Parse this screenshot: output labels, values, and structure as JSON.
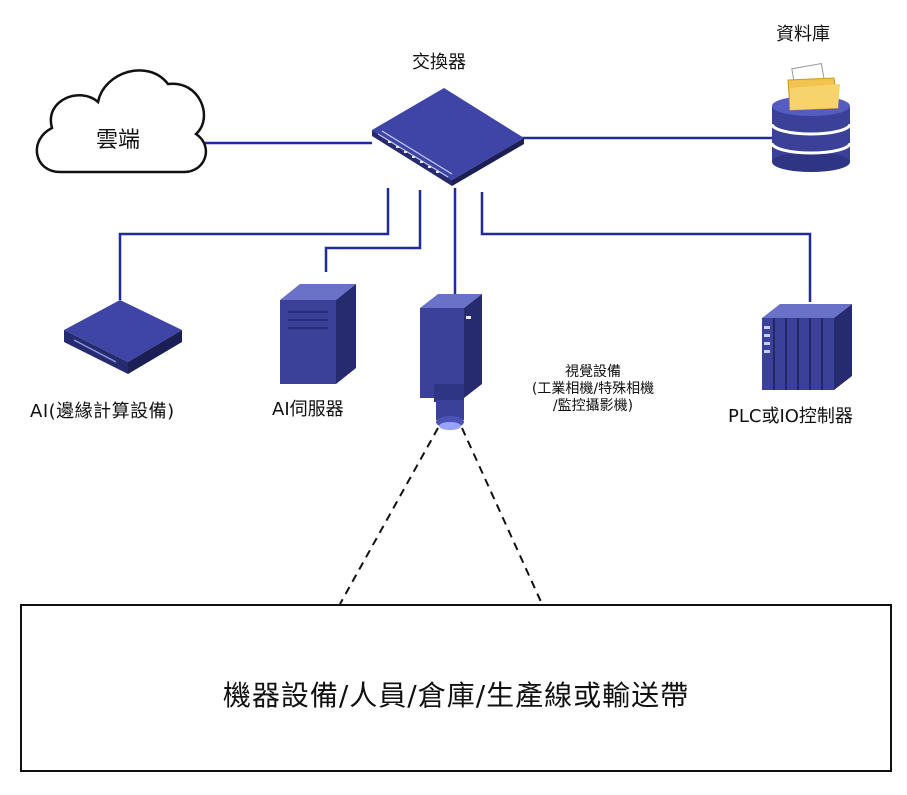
{
  "nodes": {
    "cloud": "雲端",
    "switch": "交換器",
    "database": "資料庫",
    "edge_device": "AI(邊緣計算設備)",
    "ai_server": "AI伺服器",
    "vision": {
      "title": "視覺設備",
      "line2": "(工業相機/特殊相機",
      "line3": "/監控攝影機)"
    },
    "plc": "PLC或IO控制器",
    "target": "機器設備/人員/倉庫/生產線或輸送帶"
  },
  "colors": {
    "link": "#1f2a9e",
    "device_body": "#3b4199",
    "device_dark": "#262a6e",
    "device_light": "#6a72c8",
    "folder": "#f2c44f"
  }
}
